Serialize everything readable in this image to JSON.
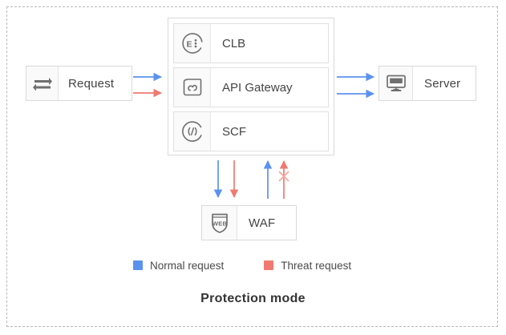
{
  "diagram": {
    "caption": "Protection mode",
    "colors": {
      "normal": "#5b92f0",
      "threat": "#f07a70",
      "box_border": "#d9d9d9",
      "frame_border": "#b8b8b8",
      "icon_gray": "#6f6f6f",
      "text": "#444444",
      "icon_cell_bg": "#fafafa"
    },
    "nodes": {
      "request": {
        "label": "Request",
        "icon": "exchange-arrows-icon"
      },
      "server": {
        "label": "Server",
        "icon": "monitor-icon"
      },
      "waf": {
        "label": "WAF",
        "icon": "web-shield-icon",
        "icon_text": "WEB"
      }
    },
    "services": {
      "group_name": "cloud-services-group",
      "rows": [
        {
          "label": "CLB",
          "icon": "load-balancer-icon",
          "icon_glyph": "E"
        },
        {
          "label": "API Gateway",
          "icon": "api-gateway-cloud-icon"
        },
        {
          "label": "SCF",
          "icon": "serverless-code-icon"
        }
      ]
    },
    "arrows": [
      {
        "name": "request-to-services-normal",
        "kind": "normal",
        "direction": "right",
        "from": "request",
        "to": "services"
      },
      {
        "name": "request-to-services-threat",
        "kind": "threat",
        "direction": "right",
        "from": "request",
        "to": "services"
      },
      {
        "name": "services-to-server-normal-1",
        "kind": "normal",
        "direction": "right",
        "from": "services",
        "to": "server"
      },
      {
        "name": "services-to-server-normal-2",
        "kind": "normal",
        "direction": "right",
        "from": "services",
        "to": "server"
      },
      {
        "name": "services-to-waf-normal",
        "kind": "normal",
        "direction": "down",
        "from": "services",
        "to": "waf"
      },
      {
        "name": "services-to-waf-threat",
        "kind": "threat",
        "direction": "down",
        "from": "services",
        "to": "waf"
      },
      {
        "name": "waf-to-services-normal",
        "kind": "normal",
        "direction": "up",
        "from": "waf",
        "to": "services"
      },
      {
        "name": "waf-to-services-threat-blocked",
        "kind": "threat",
        "direction": "up",
        "from": "waf",
        "to": "services",
        "blocked": true
      }
    ],
    "legend": [
      {
        "label": "Normal request",
        "color_key": "normal"
      },
      {
        "label": "Threat request",
        "color_key": "threat"
      }
    ]
  }
}
